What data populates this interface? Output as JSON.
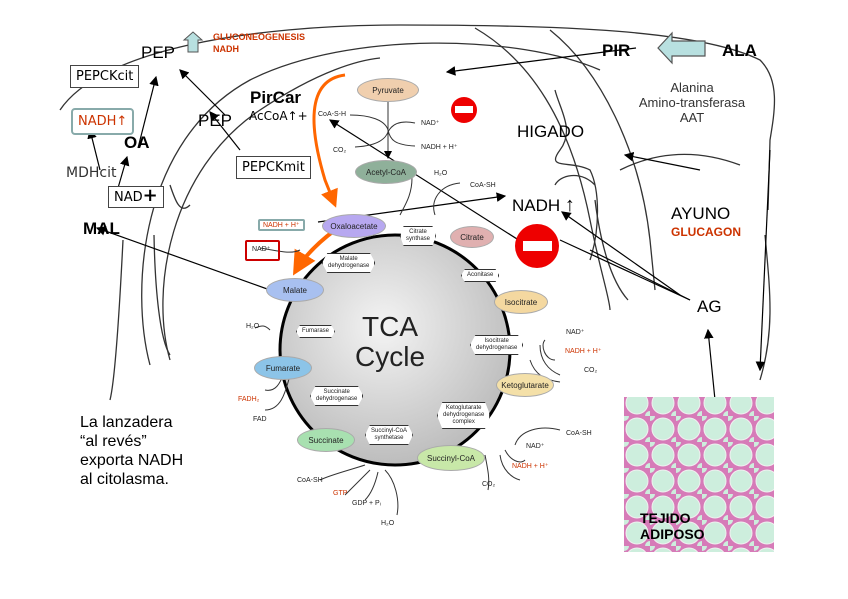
{
  "title_labels": {
    "gluconeogenesis": "GLUCONEOGENESIS",
    "nadh_top": "NADH"
  },
  "cytosol": {
    "pep_top": "PEP",
    "pepck_cit": "PEPCKcit",
    "nadh_up": "NADH",
    "oa": "OA",
    "mdh_cit": "MDHcit",
    "nad_plus": "NAD",
    "mal": "MAL"
  },
  "mito": {
    "pep": "PEP",
    "pircar": "PirCar",
    "accoa": "AcCoA",
    "pepck_mit": "PEPCKmit",
    "nadh_right": "NADH",
    "higado": "HIGADO"
  },
  "transamination": {
    "pir": "PIR",
    "ala": "ALA",
    "enzyme_lines": [
      "Alanina",
      "Amino-transferasa",
      "AAT"
    ]
  },
  "fasting": {
    "ayuno": "AYUNO",
    "glucagon": "GLUCAGON",
    "ag": "AG",
    "tissue": [
      "TEJIDO",
      "ADIPOSO"
    ]
  },
  "note_lines": [
    "La lanzadera",
    "“al revés”",
    "exporta NADH",
    "al citolasma."
  ],
  "tca": {
    "center": [
      "TCA",
      "Cycle"
    ],
    "metabolites": {
      "pyruvate": "Pyruvate",
      "acetyl_coa": "Acetyl-CoA",
      "oxaloacetate": "Oxaloacetate",
      "citrate": "Citrate",
      "isocitrate": "Isocitrate",
      "ketoglutarate": "Ketoglutarate",
      "succinyl_coa": "Succinyl-CoA",
      "succinate": "Succinate",
      "fumarate": "Fumarate",
      "malate": "Malate"
    },
    "enzymes": {
      "citrate_synthase": [
        "Citrate",
        "synthase"
      ],
      "malate_dh": [
        "Malate",
        "dehydrogenase"
      ],
      "aconitase": [
        "Aconitase"
      ],
      "isocitrate_dh": [
        "Isocitrate",
        "dehydrogenase"
      ],
      "akg_dh": [
        "Ketoglutarate",
        "dehydrogenase",
        "complex"
      ],
      "succinyl_synthetase": [
        "Succinyl-CoA",
        "synthetase"
      ],
      "succinate_dh": [
        "Succinate",
        "dehydrogenase"
      ],
      "fumarase": [
        "Fumarase"
      ]
    },
    "cofactors": {
      "coash_1": "CoA-S-H",
      "nad_1": "NAD⁺",
      "nadh_1": "NADH + H⁺",
      "co2_1": "CO₂",
      "h2o_1": "H₂O",
      "coash_2": "CoA-SH",
      "nadh_box": "NADH",
      "h_plus": "+ H⁺",
      "nad_box": "NAD⁺",
      "nad_2": "NAD⁺",
      "nadh_2": "NADH + H⁺",
      "co2_2": "CO₂",
      "coash_3": "CoA-SH",
      "nad_3": "NAD⁺",
      "nadh_3": "NADH + H⁺",
      "co2_3": "CO₂",
      "coash_4": "CoA-SH",
      "gtp": "GTP",
      "gdp": "GDP + Pᵢ",
      "h2o_3": "H₂O",
      "fadh2": "FADH₂",
      "fad": "FAD",
      "h2o_2": "H₂O"
    }
  },
  "colors": {
    "accent_red": "#cc3300",
    "arrow_orange": "#ff6600",
    "stop_red": "#ee0000",
    "arrow_teal": "#b8e0e0"
  }
}
